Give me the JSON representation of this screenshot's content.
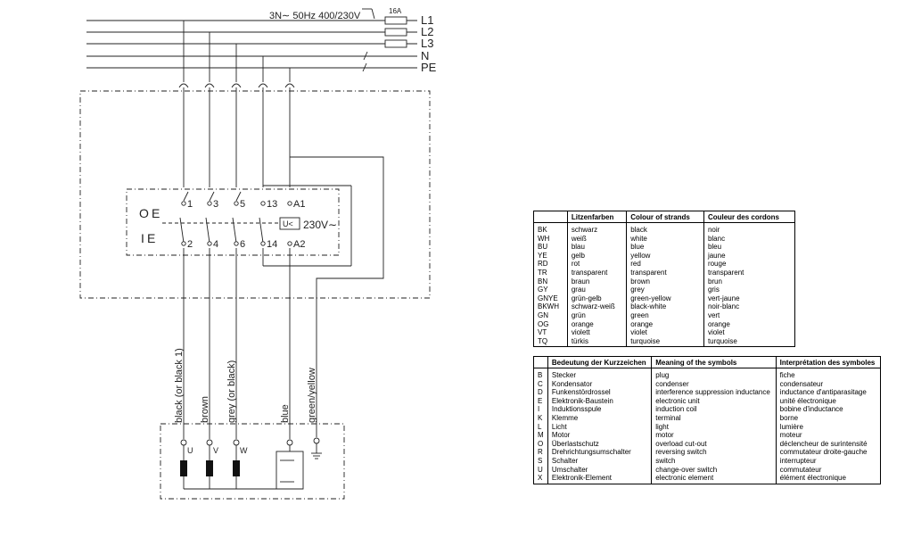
{
  "supply": {
    "label": "3N∼ 50Hz 400/230V",
    "fuse": "16A",
    "lines": [
      "L1",
      "L2",
      "L3",
      "N",
      "PE"
    ]
  },
  "switch": {
    "terminals_top": [
      "1",
      "3",
      "5",
      "13",
      "A1"
    ],
    "terminals_bottom": [
      "2",
      "4",
      "6",
      "14",
      "A2"
    ],
    "on_label": "O",
    "off_label": "I",
    "coil_symbol": "U<",
    "coil_voltage": "230V∼"
  },
  "wires": [
    "black (or black 1)",
    "brown",
    "grey (or black)",
    "blue",
    "green/yellow"
  ],
  "motor": {
    "terminals": [
      "U",
      "V",
      "W"
    ]
  },
  "colours_table": {
    "headers": [
      "",
      "Litzenfarben",
      "Colour of strands",
      "Couleur des cordons"
    ],
    "rows": [
      [
        "BK",
        "schwarz",
        "black",
        "noir"
      ],
      [
        "WH",
        "weiß",
        "white",
        "blanc"
      ],
      [
        "BU",
        "blau",
        "blue",
        "bleu"
      ],
      [
        "YE",
        "gelb",
        "yellow",
        "jaune"
      ],
      [
        "RD",
        "rot",
        "red",
        "rouge"
      ],
      [
        "TR",
        "transparent",
        "transparent",
        "transparent"
      ],
      [
        "BN",
        "braun",
        "brown",
        "brun"
      ],
      [
        "GY",
        "grau",
        "grey",
        "gris"
      ],
      [
        "GNYE",
        "grün-gelb",
        "green-yellow",
        "vert-jaune"
      ],
      [
        "BKWH",
        "schwarz-weiß",
        "black-white",
        "noir-blanc"
      ],
      [
        "GN",
        "grün",
        "green",
        "vert"
      ],
      [
        "OG",
        "orange",
        "orange",
        "orange"
      ],
      [
        "VT",
        "violett",
        "violet",
        "violet"
      ],
      [
        "TQ",
        "türkis",
        "turquoise",
        "turquoise"
      ]
    ]
  },
  "symbols_table": {
    "headers": [
      "",
      "Bedeutung der Kurzzeichen",
      "Meaning of the symbols",
      "Interprétation des symboles"
    ],
    "rows": [
      [
        "B",
        "Stecker",
        "plug",
        "fiche"
      ],
      [
        "C",
        "Kondensator",
        "condenser",
        "condensateur"
      ],
      [
        "D",
        "Funkenstördrossel",
        "interference suppression inductance",
        "inductance d'antiparasitage"
      ],
      [
        "E",
        "Elektronik-Baustein",
        "electronic unit",
        "unité électronique"
      ],
      [
        "I",
        "Induktionsspule",
        "induction coil",
        "bobine d'inductance"
      ],
      [
        "K",
        "Klemme",
        "terminal",
        "borne"
      ],
      [
        "L",
        "Licht",
        "light",
        "lumière"
      ],
      [
        "M",
        "Motor",
        "motor",
        "moteur"
      ],
      [
        "O",
        "Überlastschutz",
        "overload cut-out",
        "déclencheur de surintensité"
      ],
      [
        "R",
        "Drehrichtungsumschalter",
        "reversing switch",
        "commutateur droite-gauche"
      ],
      [
        "S",
        "Schalter",
        "switch",
        "interrupteur"
      ],
      [
        "U",
        "Umschalter",
        "change-over switch",
        "commutateur"
      ],
      [
        "X",
        "Elektronik-Element",
        "electronic element",
        "élément électronique"
      ]
    ]
  }
}
